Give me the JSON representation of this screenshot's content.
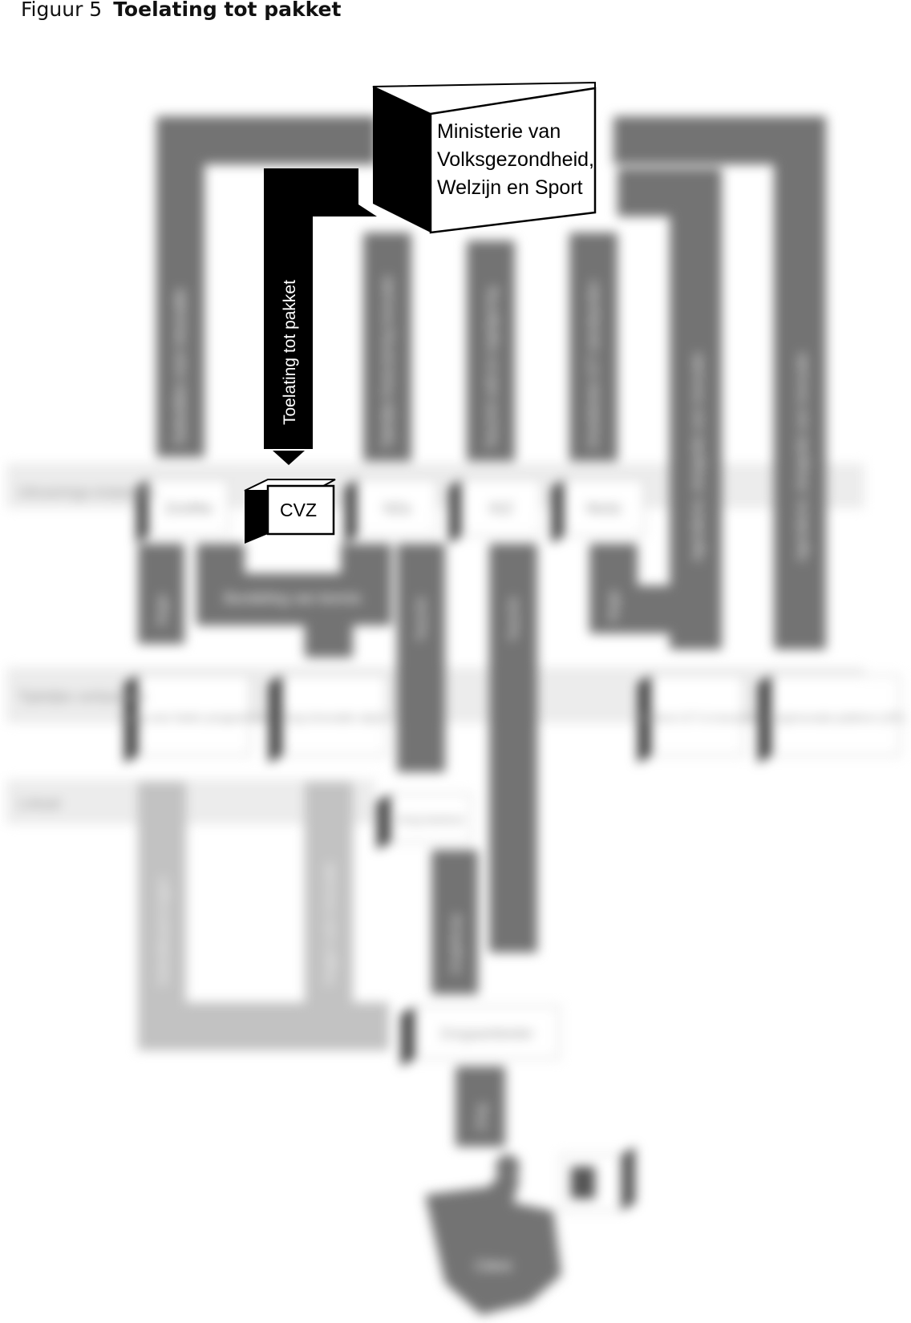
{
  "figure": {
    "number": "Figuur 5",
    "title": "Toelating tot pakket"
  },
  "ministry": {
    "line1": "Ministerie van",
    "line2": "Volksgezondheid,",
    "line3": "Welzijn en Sport"
  },
  "highlight": {
    "flow_label": "Toelating tot pakket",
    "box_label": "CVZ"
  },
  "rows": {
    "uitvoering": "Uitvoerings-instanties",
    "tijdelijk": "Tijdelijke verbanden",
    "lokaal": "Lokaal"
  },
  "instances": [
    "ZonMw",
    "NZa",
    "IGZ",
    "Nictiz"
  ],
  "top_flows": [
    "Subsidies voor innovatie",
    "Tijdelijke financiering innovatie",
    "Toezicht veld en regelgeving",
    "Ontwikkelen ICT standaarden",
    "Agenderen, draagvlak voor innovatie",
    "Agenderen, draagvlak voor innovatie"
  ],
  "mid_flows": {
    "regie_left": "Regie",
    "bundeling": "Bundeling van kennis",
    "toezicht1": "Toezicht",
    "toezicht2": "Toezicht",
    "regie_right": "Regie"
  },
  "temp_boxes": [
    "Zorg voor beter programma",
    "Zorg innovatie wijzer",
    "Platform ICT & Innovatie",
    "Zorginnovatie platform (ZIP)"
  ],
  "local": {
    "box": "Zorg kantoor",
    "lower_left_flow": "Subsidieaanvragen",
    "lower_mid_flow": "Vragen over innovatie",
    "inkoop": "Zorginkoop"
  },
  "provider": "Zorgaanbieder",
  "care_flow": "Zorg",
  "client": "Cliënt"
}
